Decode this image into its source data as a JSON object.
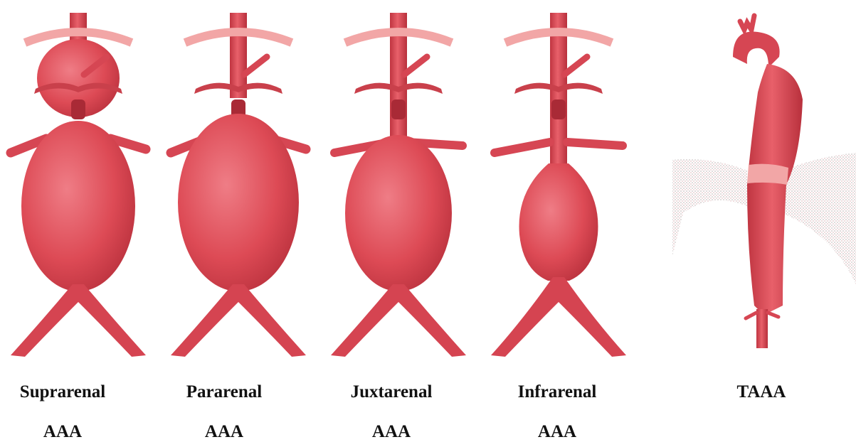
{
  "colors": {
    "vessel": "#dd4a55",
    "vessel_dark": "#b8303c",
    "highlight": "#f08a93",
    "band": "#f2a6a6",
    "diaphragm": "#c7c0c0"
  },
  "panels": [
    {
      "name_line1": "Suprarenal",
      "name_line2": "AAA",
      "aneurysm_type": "suprarenal"
    },
    {
      "name_line1": "Pararenal",
      "name_line2": "AAA",
      "aneurysm_type": "pararenal"
    },
    {
      "name_line1": "Juxtarenal",
      "name_line2": "AAA",
      "aneurysm_type": "juxtarenal"
    },
    {
      "name_line1": "Infrarenal",
      "name_line2": "AAA",
      "aneurysm_type": "infrarenal"
    },
    {
      "name_line1": "TAAA",
      "name_line2": "",
      "aneurysm_type": "thoracoabdominal"
    }
  ]
}
